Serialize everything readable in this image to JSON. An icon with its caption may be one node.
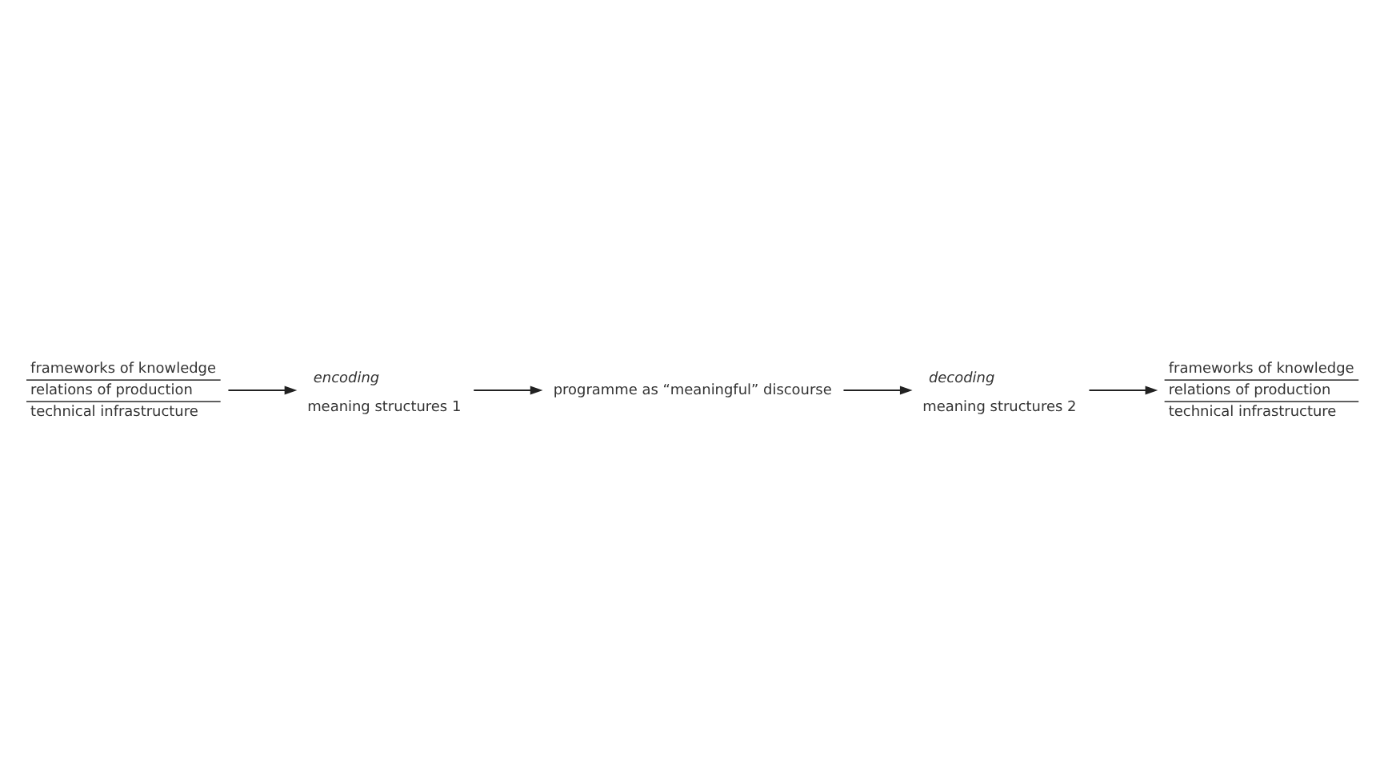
{
  "diagram": {
    "nodes": [
      {
        "text": [
          "frameworks of knowledge",
          "relations of production",
          "technical infrastructure"
        ]
      },
      {
        "text": [
          "encoding",
          "meaning structures 1"
        ]
      },
      {
        "text": [
          "programme as “meaningful” discourse"
        ]
      },
      {
        "text": [
          "decoding",
          "meaning structures 2"
        ]
      },
      {
        "text": [
          "frameworks of knowledge",
          "relations of production",
          "technical infrastructure"
        ]
      }
    ],
    "edges": [
      {
        "from": 0,
        "to": 1,
        "arrow": "to"
      },
      {
        "from": 1,
        "to": 2,
        "arrow": "to"
      },
      {
        "from": 2,
        "to": 3,
        "arrow": "to"
      },
      {
        "from": 3,
        "to": 4,
        "arrow": "to"
      }
    ]
  }
}
